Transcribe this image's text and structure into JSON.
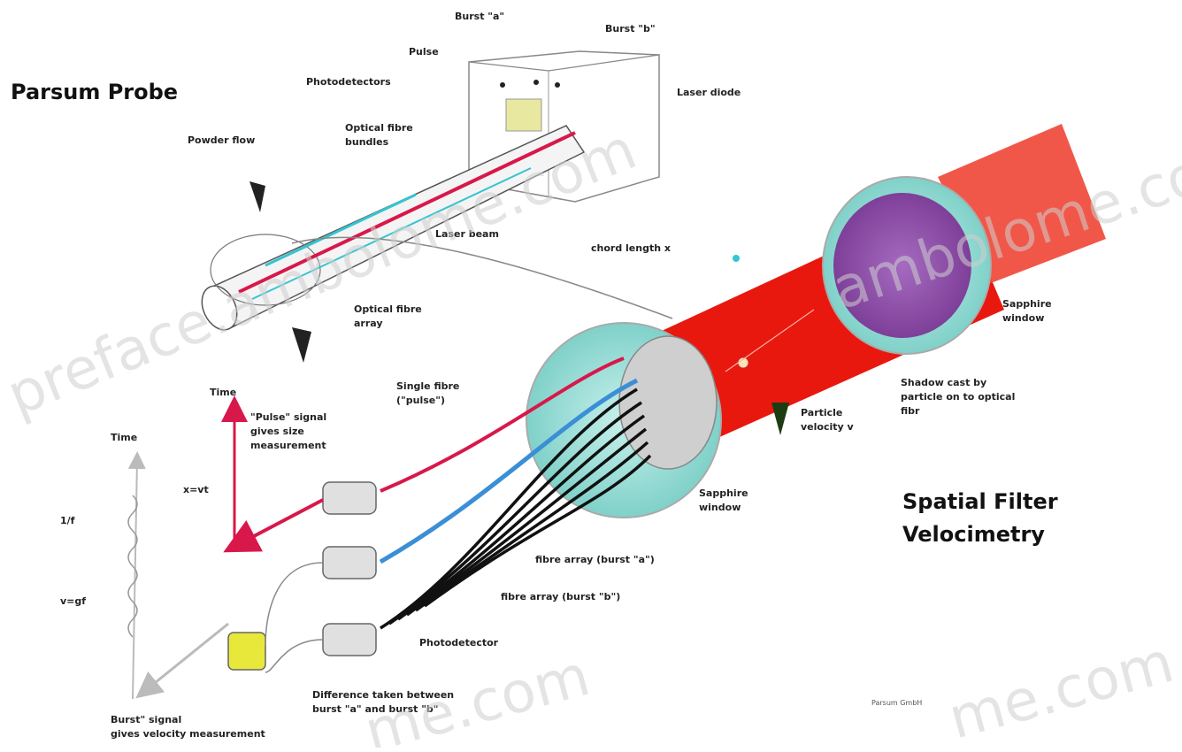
{
  "titles": {
    "parsum_probe": "Parsum Probe",
    "sfv_line1": "Spatial Filter",
    "sfv_line2": "Velocimetry"
  },
  "labels": {
    "burst_a": "Burst \"a\"",
    "burst_b": "Burst \"b\"",
    "pulse": "Pulse",
    "photodetectors": "Photodetectors",
    "laser_diode": "Laser diode",
    "optical_fibre_bundles_1": "Optical fibre",
    "optical_fibre_bundles_2": "bundles",
    "powder_flow": "Powder flow",
    "laser_beam": "Laser beam",
    "chord_length": "chord length x",
    "optical_fibre_array_1": "Optical fibre",
    "optical_fibre_array_2": "array",
    "sapphire_window_top_1": "Sapphire",
    "sapphire_window_top_2": "window",
    "sapphire_window_bottom_1": "Sapphire",
    "sapphire_window_bottom_2": "window",
    "shadow_1": "Shadow cast by",
    "shadow_2": "particle on to optical",
    "shadow_3": "fibr",
    "particle_velocity_1": "Particle",
    "particle_velocity_2": "velocity v",
    "single_fibre_1": "Single fibre",
    "single_fibre_2": "(\"pulse\")",
    "time_top": "Time",
    "time_left": "Time",
    "pulse_signal_1": "\"Pulse\" signal",
    "pulse_signal_2": "gives size",
    "pulse_signal_3": "measurement",
    "x_eq_vt": "x=vt",
    "one_over_f": "1/f",
    "v_eq_gf": "v=gf",
    "fibre_array_a": "fibre array (burst \"a\")",
    "fibre_array_b": "fibre array (burst \"b\")",
    "photodetector": "Photodetector",
    "difference_1": "Difference taken between",
    "difference_2": "burst \"a\" and burst \"b\"",
    "burst_signal_1": "Burst\" signal",
    "burst_signal_2": "gives velocity measurement",
    "credit": "Parsum GmbH"
  },
  "watermarks": {
    "wm1": "preface.ambolome.com",
    "wm2": "ambolome.com",
    "wm3": "me.com",
    "wm4": "me.com"
  },
  "colors": {
    "tube_red": "#e8180f",
    "laser_red": "#d8184a",
    "fibre_cyan": "#35c4d2",
    "fibre_blue": "#3a8fd6",
    "window_cyan": "#a8e4df",
    "window_purple": "#9b59b6",
    "detector_yellow": "#e8e83a",
    "arrow_dark": "#222222",
    "arrow_green": "#1c3d12"
  }
}
